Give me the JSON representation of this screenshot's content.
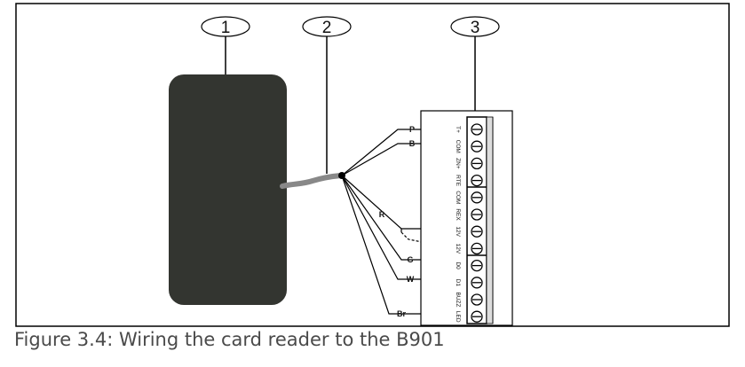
{
  "callouts": [
    "1",
    "2",
    "3"
  ],
  "wires": {
    "p": "P",
    "b": "B",
    "r": "R",
    "g": "G",
    "w": "W",
    "br": "Br"
  },
  "terminals": [
    "T+",
    "COM",
    "ZN+",
    "RTE",
    "COM",
    "REX",
    "12V",
    "12V",
    "D0",
    "D1",
    "BUZZ",
    "LED"
  ],
  "caption": "Figure 3.4: Wiring the card reader to the B901"
}
